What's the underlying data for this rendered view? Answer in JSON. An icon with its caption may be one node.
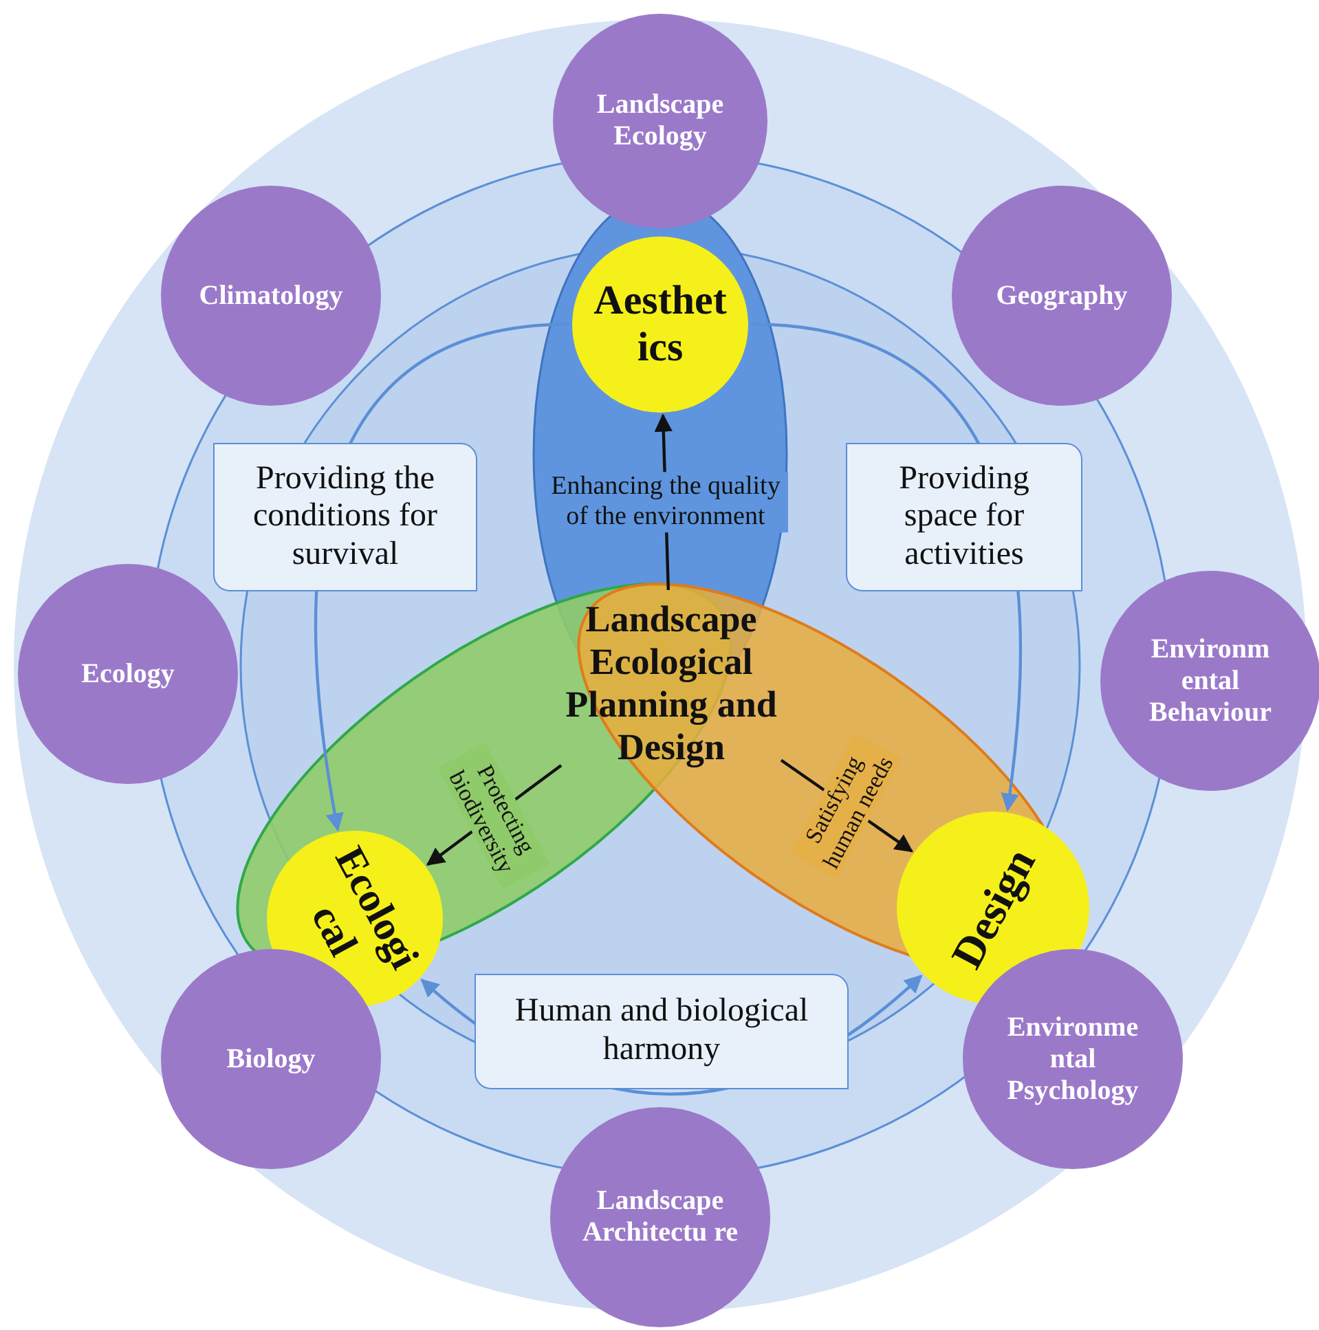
{
  "diagram": {
    "nodes": [
      {
        "text": [
          "Landscape Ecological Planning and Design"
        ]
      },
      {
        "text": [
          "Aesthet ics"
        ]
      },
      {
        "text": [
          "Ecologi cal"
        ]
      },
      {
        "text": [
          "Design"
        ]
      },
      {
        "text": [
          "Landscape Ecology"
        ]
      },
      {
        "text": [
          "Geography"
        ]
      },
      {
        "text": [
          "Environm ental Behaviour"
        ]
      },
      {
        "text": [
          "Environme ntal Psychology"
        ]
      },
      {
        "text": [
          "Landscape Architectu re"
        ]
      },
      {
        "text": [
          "Biology"
        ]
      },
      {
        "text": [
          "Ecology"
        ]
      },
      {
        "text": [
          "Climatology"
        ]
      }
    ],
    "edges": [
      {
        "from": 0,
        "to": 1,
        "arrow": "to",
        "label": "Enhancing the quality of the environment"
      },
      {
        "from": 0,
        "to": 2,
        "arrow": "to",
        "label": "Protecting biodiversity"
      },
      {
        "from": 0,
        "to": 3,
        "arrow": "to",
        "label": "Satisfying human needs"
      },
      {
        "from": 1,
        "to": 2,
        "arrow": "to",
        "label": "Providing the conditions for survival",
        "color": "#5b8fd6"
      },
      {
        "from": 1,
        "to": 3,
        "arrow": "to",
        "label": "Providing space for activities",
        "color": "#5b8fd6"
      },
      {
        "from": 2,
        "to": 3,
        "arrow": "both",
        "label": "Human and biological harmony",
        "color": "#5b8fd6"
      }
    ]
  }
}
